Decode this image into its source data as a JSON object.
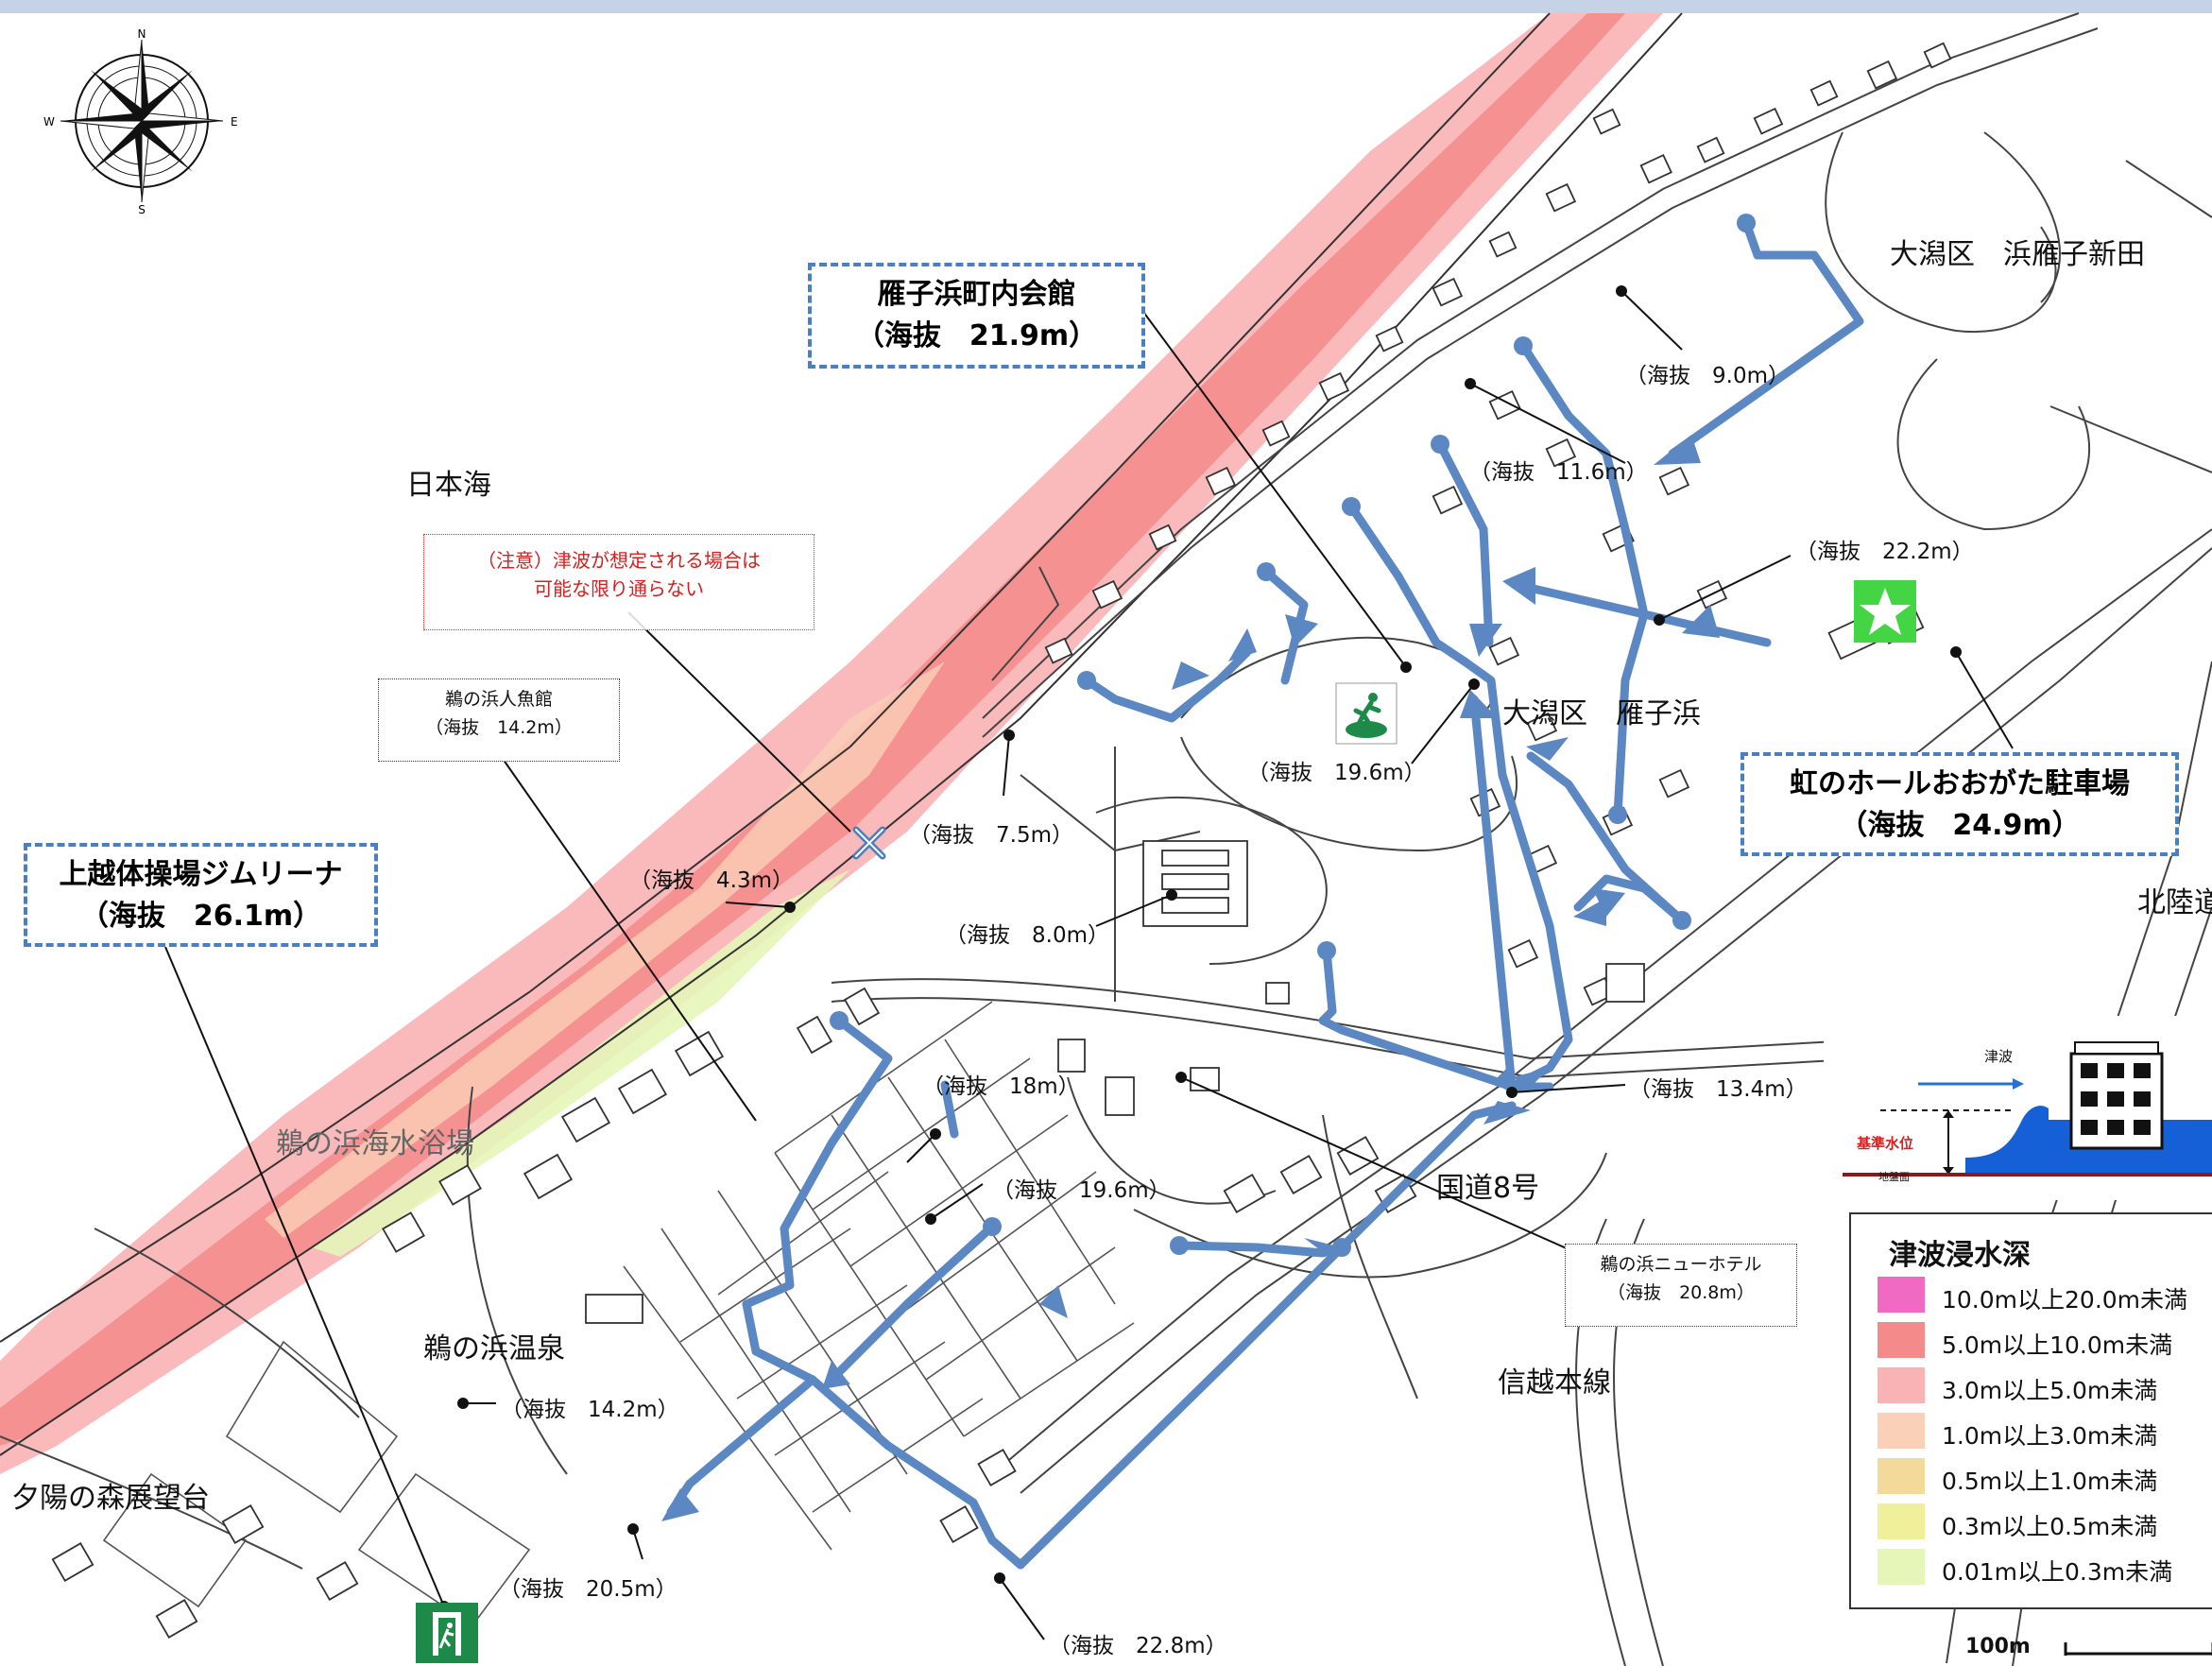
{
  "labels": {
    "sea": "日本海",
    "district_1": "大潟区　浜雁子新田",
    "district_2": "大潟区　雁子浜",
    "beach": "鵜の浜海水浴場",
    "onsen": "鵜の浜温泉",
    "viewpoint": "夕陽の森展望台",
    "route8": "国道8号",
    "shinetsu": "信越本線",
    "hokuriku": "北陸道"
  },
  "callouts": {
    "gym_name": "上越体操場ジムリーナ",
    "gym_elev": "（海抜　26.1m）",
    "hall_name": "雁子浜町内会館",
    "hall_elev": "（海抜　21.9m）",
    "parking_name": "虹のホールおおがた駐車場",
    "parking_elev": "（海抜　24.9m）"
  },
  "facilities": {
    "ningyo_name": "鵜の浜人魚館",
    "ningyo_elev": "（海抜　14.2m）",
    "newhotel_name": "鵜の浜ニューホテル",
    "newhotel_elev": "（海抜　20.8m）"
  },
  "note": {
    "line1": "（注意）津波が想定される場合は",
    "line2": "可能な限り通らない"
  },
  "elevations": {
    "e1": "（海抜　9.0m）",
    "e2": "（海抜　11.6m）",
    "e3": "（海抜　22.2m）",
    "e4": "（海抜　19.6m）",
    "e5": "（海抜　7.5m）",
    "e6": "（海抜　4.3m）",
    "e7": "（海抜　8.0m）",
    "e8": "（海抜　18m）",
    "e9": "（海抜　13.4m）",
    "e10": "（海抜　19.6m）",
    "e11": "（海抜　14.2m）",
    "e12": "（海抜　20.5m）",
    "e13": "（海抜　22.8m）"
  },
  "inset": {
    "tsunami": "津波",
    "base_level": "基準水位",
    "ground": "地盤面"
  },
  "legend": {
    "title": "津波浸水深",
    "items": [
      {
        "label": "10.0m以上20.0m未満",
        "color": "#f06ac4"
      },
      {
        "label": "5.0m以上10.0m未満",
        "color": "#f58a8a"
      },
      {
        "label": "3.0m以上5.0m未満",
        "color": "#f9b3b5"
      },
      {
        "label": "1.0m以上3.0m未満",
        "color": "#fbd0b8"
      },
      {
        "label": "0.5m以上1.0m未満",
        "color": "#f3d99a"
      },
      {
        "label": "0.3m以上0.5m未満",
        "color": "#f0ef9a"
      },
      {
        "label": "0.01m以上0.3m未満",
        "color": "#e6f6b8"
      }
    ]
  },
  "scale": {
    "label": "100m"
  },
  "compass": {
    "n": "N",
    "s": "S",
    "e": "E",
    "w": "W"
  },
  "colors": {
    "route": "#5b87c2",
    "callout_border": "#4a7fc1",
    "note_text": "#d42020",
    "shelter_green": "#43d543",
    "exit_green": "#1e8a4a"
  },
  "icons": [
    "compass-rose-icon",
    "evacuation-site-icon",
    "shelter-star-icon",
    "emergency-exit-icon",
    "closed-road-icon"
  ]
}
